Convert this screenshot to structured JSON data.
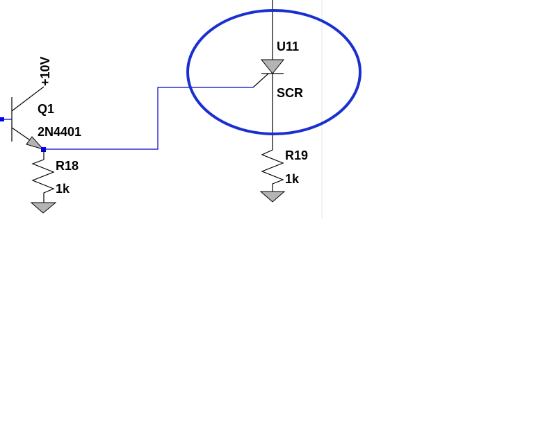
{
  "colors": {
    "wire": "#0000cc",
    "component": "#000000",
    "fill": "#b4b4b4",
    "highlight": "#1a2fd0",
    "junction": "#0000ff"
  },
  "components": {
    "q1": {
      "ref": "Q1",
      "value": "2N4401",
      "icon": "npn-transistor-icon"
    },
    "r18": {
      "ref": "R18",
      "value": "1k",
      "icon": "resistor-icon"
    },
    "u11": {
      "ref": "U11",
      "value": "SCR",
      "icon": "scr-icon"
    },
    "r19": {
      "ref": "R19",
      "value": "1k",
      "icon": "resistor-icon"
    }
  },
  "nets": {
    "supply": {
      "label": "+10V"
    }
  },
  "annotation": {
    "shape": "ellipse",
    "icon": "highlight-ellipse-icon"
  }
}
